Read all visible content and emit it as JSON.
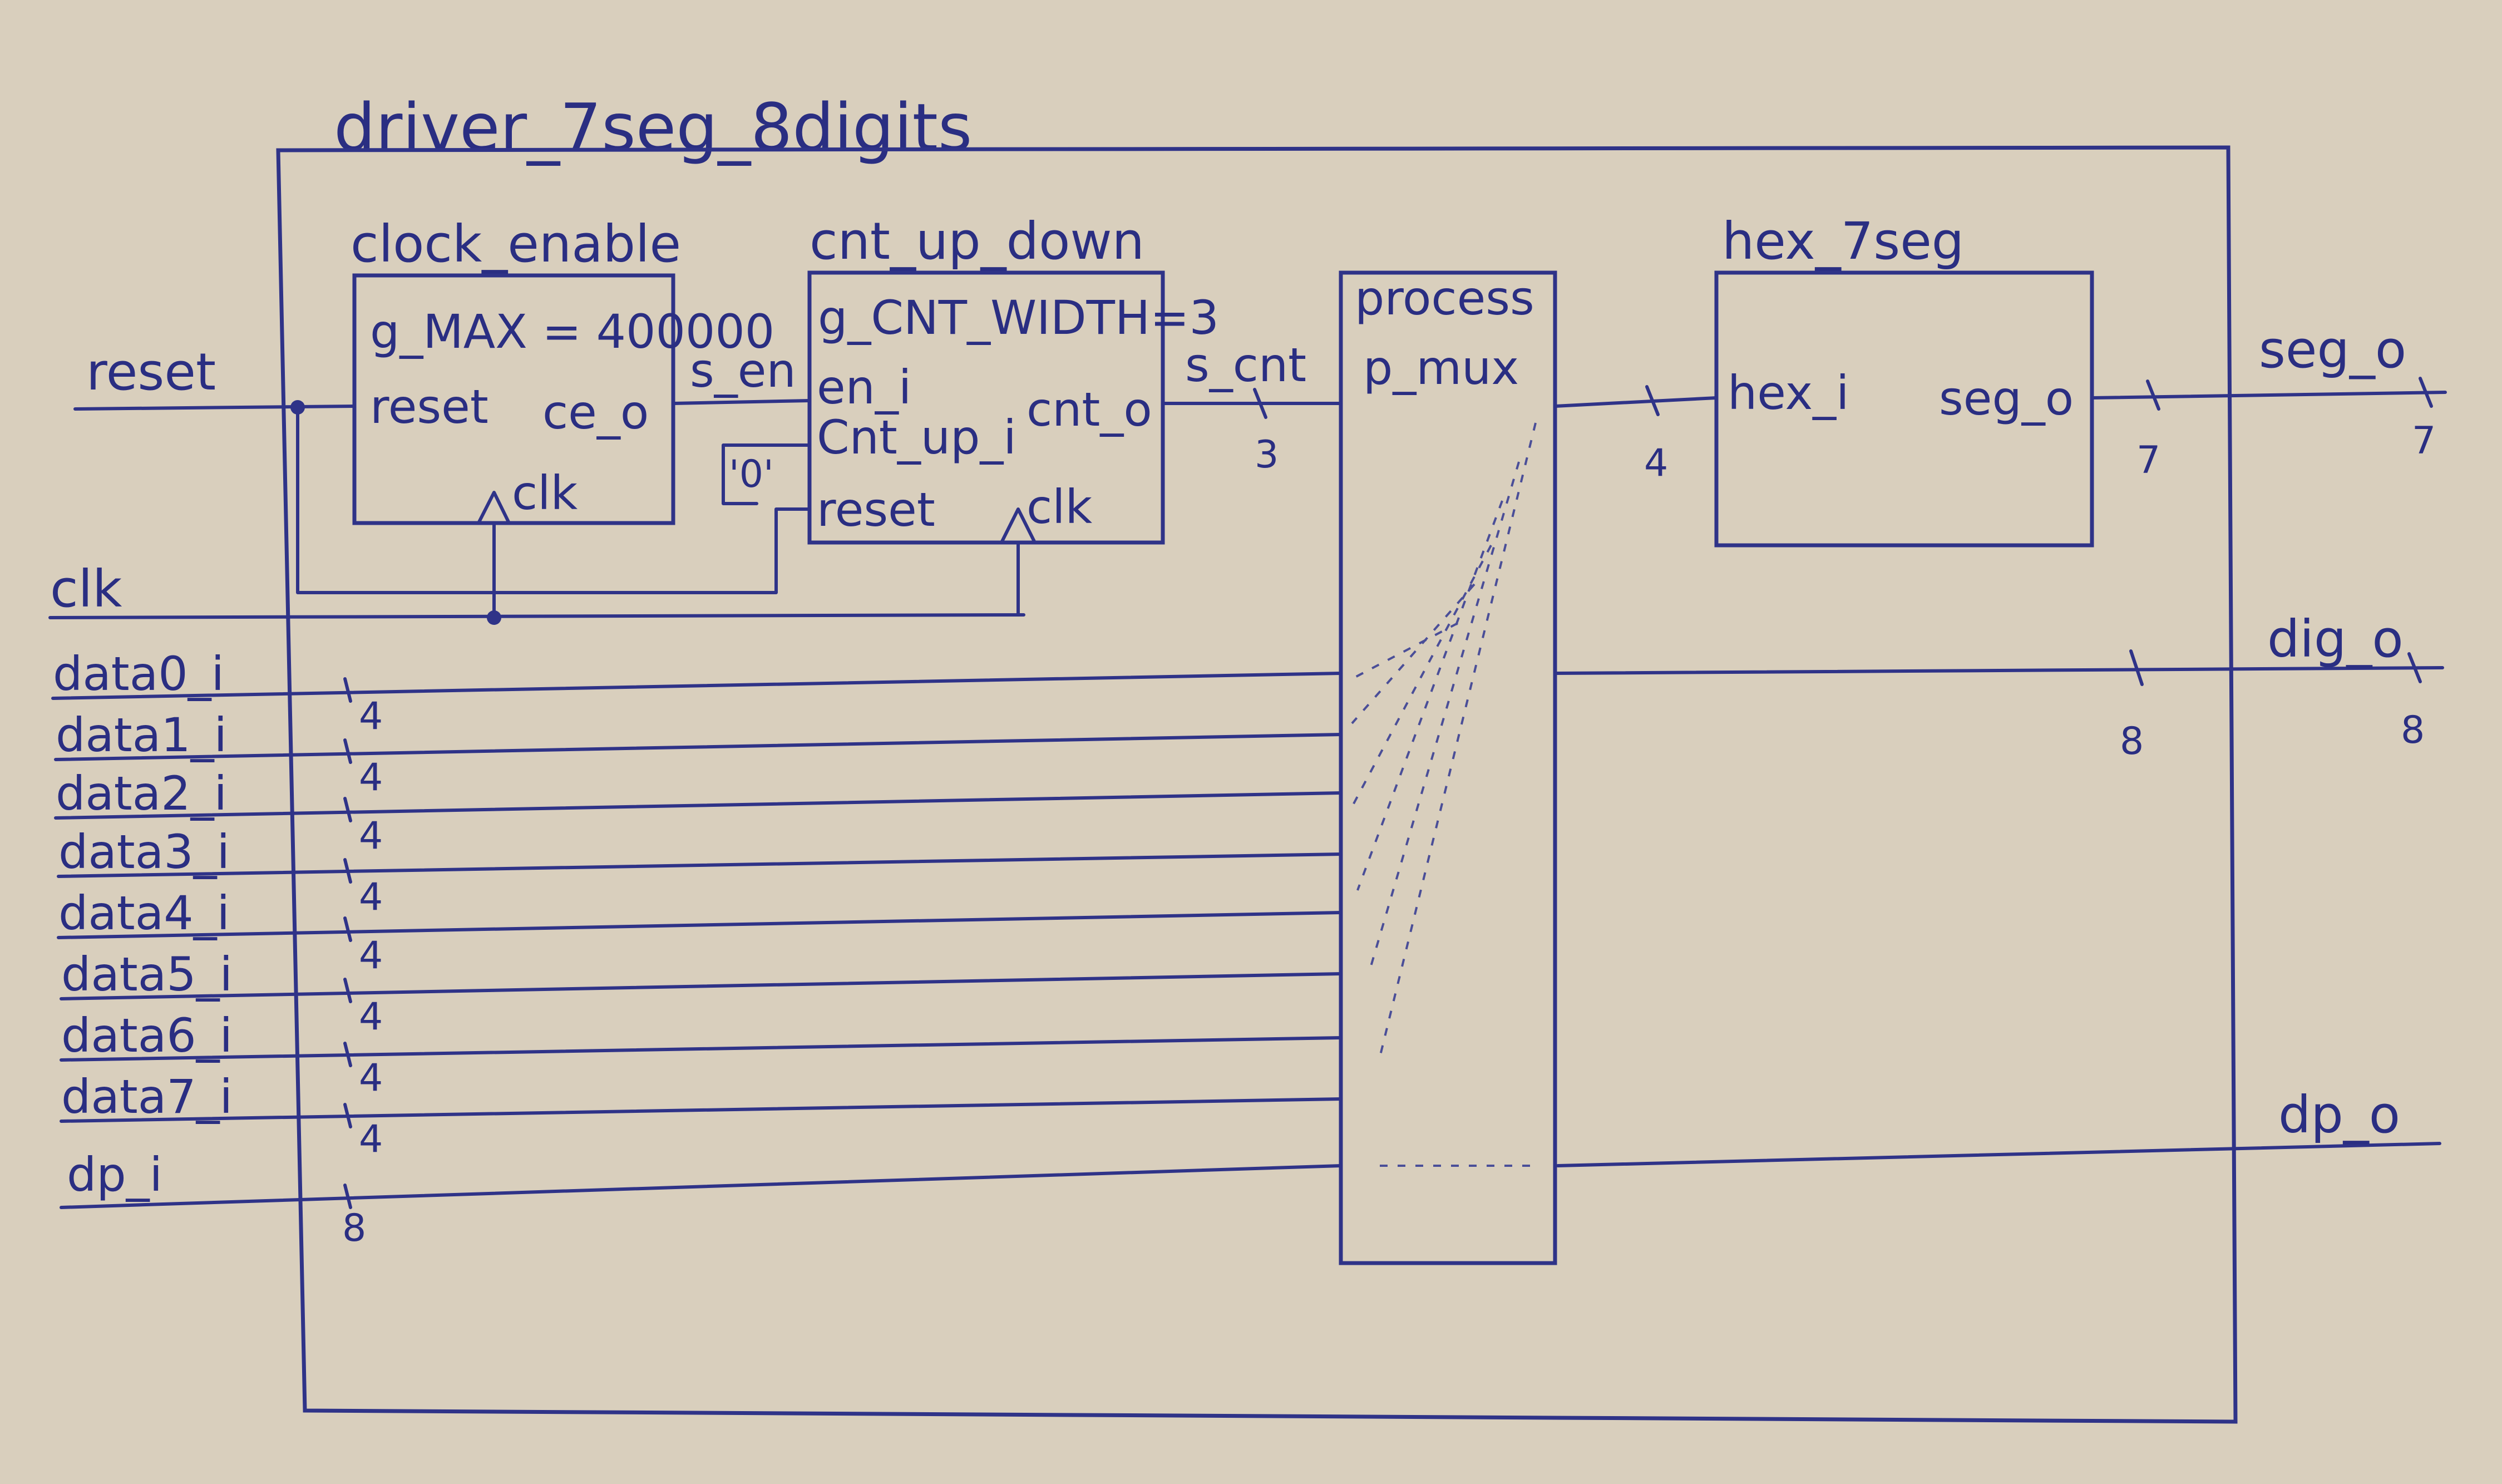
{
  "colors": {
    "paper": "#d9cfbd",
    "ink": "#2f3388"
  },
  "top_entity": {
    "name": "driver_7seg_8digits"
  },
  "clock_enable": {
    "name": "clock_enable",
    "generic": "g_MAX = 400000",
    "port_reset": "reset",
    "port_ce": "ce_o",
    "port_clk": "clk"
  },
  "cnt_up_down": {
    "name": "cnt_up_down",
    "generic": "g_CNT_WIDTH=3",
    "port_en": "en_i",
    "port_cnt_up": "Cnt_up_i",
    "port_reset": "reset",
    "port_cnt": "cnt_o",
    "port_clk": "clk"
  },
  "process": {
    "label1": "process",
    "label2": "p_mux"
  },
  "hex_7seg": {
    "name": "hex_7seg",
    "port_hex": "hex_i",
    "port_seg": "seg_o"
  },
  "signals": {
    "s_en": "s_en",
    "s_cnt": "s_cnt",
    "s_cnt_width": "3",
    "const_zero": "'0'",
    "hex_width": "4",
    "seg_width_inner": "7"
  },
  "inputs": {
    "reset": "reset",
    "clk": "clk",
    "data": [
      {
        "name": "data0_i",
        "width": "4"
      },
      {
        "name": "data1_i",
        "width": "4"
      },
      {
        "name": "data2_i",
        "width": "4"
      },
      {
        "name": "data3_i",
        "width": "4"
      },
      {
        "name": "data4_i",
        "width": "4"
      },
      {
        "name": "data5_i",
        "width": "4"
      },
      {
        "name": "data6_i",
        "width": "4"
      },
      {
        "name": "data7_i",
        "width": "4"
      }
    ],
    "dp": {
      "name": "dp_i",
      "width": "8"
    }
  },
  "outputs": {
    "seg": {
      "name": "seg_o",
      "width": "7"
    },
    "dig": {
      "name": "dig_o",
      "inner_width": "8",
      "width": "8"
    },
    "dp": {
      "name": "dp_o"
    }
  }
}
